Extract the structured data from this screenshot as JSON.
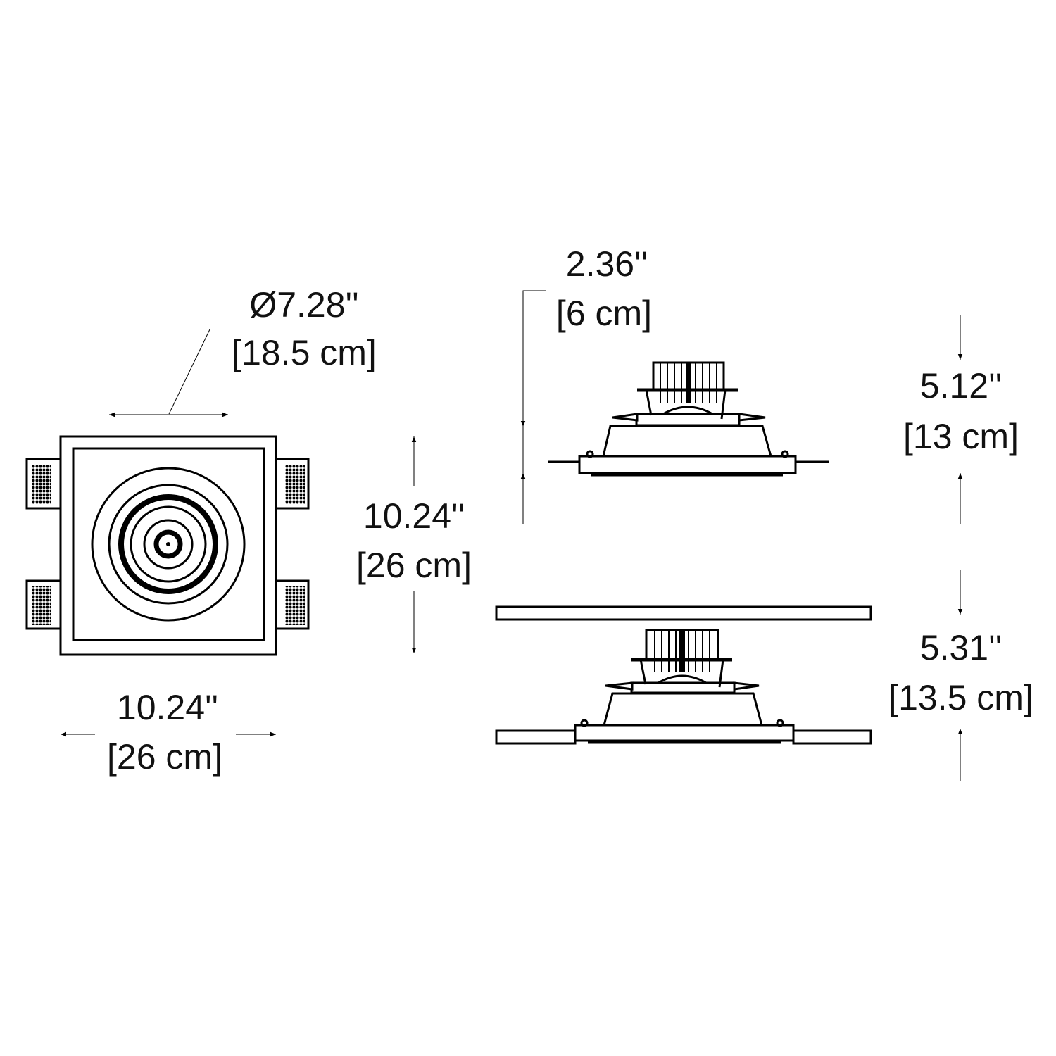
{
  "top_view": {
    "diameter_in": "Ø7.28''",
    "diameter_cm": "[18.5 cm]",
    "width_in": "10.24''",
    "width_cm": "[26 cm]",
    "height_in": "10.24''",
    "height_cm": "[26 cm]"
  },
  "side_view_fixture": {
    "trim_in": "2.36''",
    "trim_cm": "[6 cm]",
    "height_in": "5.12''",
    "height_cm": "[13 cm]"
  },
  "side_view_installed": {
    "height_in": "5.31''",
    "height_cm": "[13.5 cm]"
  }
}
